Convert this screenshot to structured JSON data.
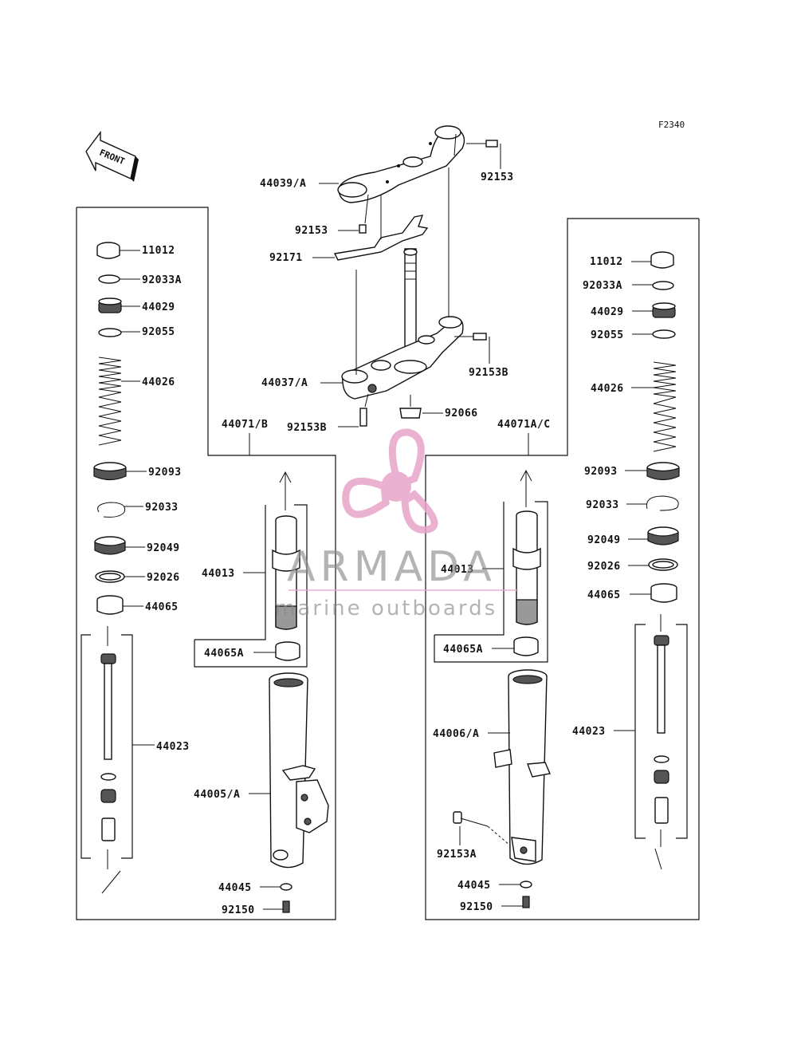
{
  "figure_code": "F2340",
  "front_arrow_text": "FRONT",
  "watermark": {
    "brand": "ARMADA",
    "tagline": "marine outboards",
    "color": "#e8a4c8"
  },
  "labels": {
    "upper_bracket": "44039/A",
    "upper_bracket_bolt": "92153",
    "upper_bracket_bolt_left": "92153",
    "clamp": "92171",
    "lower_bracket": "44037/A",
    "lower_bracket_bolt_right": "92153B",
    "lower_bracket_bolt_left": "92153B",
    "stem_nut": "92066",
    "left_fork": "44071/B",
    "right_fork": "44071A/C",
    "l_cap": "11012",
    "l_oring": "92033A",
    "l_adjuster": "44029",
    "l_oring2": "92055",
    "l_spring": "44026",
    "l_seal_cap": "92093",
    "l_circlip": "92033",
    "l_oil_seal": "92049",
    "l_washer": "92026",
    "l_guide": "44065",
    "l_cylinder": "44023",
    "l_inner_tube": "44013",
    "l_guide_a": "44065A",
    "l_outer_tube": "44005/A",
    "l_gasket": "44045",
    "l_bolt": "92150",
    "r_cap": "11012",
    "r_oring": "92033A",
    "r_adjuster": "44029",
    "r_oring2": "92055",
    "r_spring": "44026",
    "r_seal_cap": "92093",
    "r_circlip": "92033",
    "r_oil_seal": "92049",
    "r_washer": "92026",
    "r_guide": "44065",
    "r_cylinder": "44023",
    "r_inner_tube": "44013",
    "r_guide_a": "44065A",
    "r_outer_tube": "44006/A",
    "r_axle_bolt": "92153A",
    "r_gasket": "44045",
    "r_bolt": "92150"
  }
}
